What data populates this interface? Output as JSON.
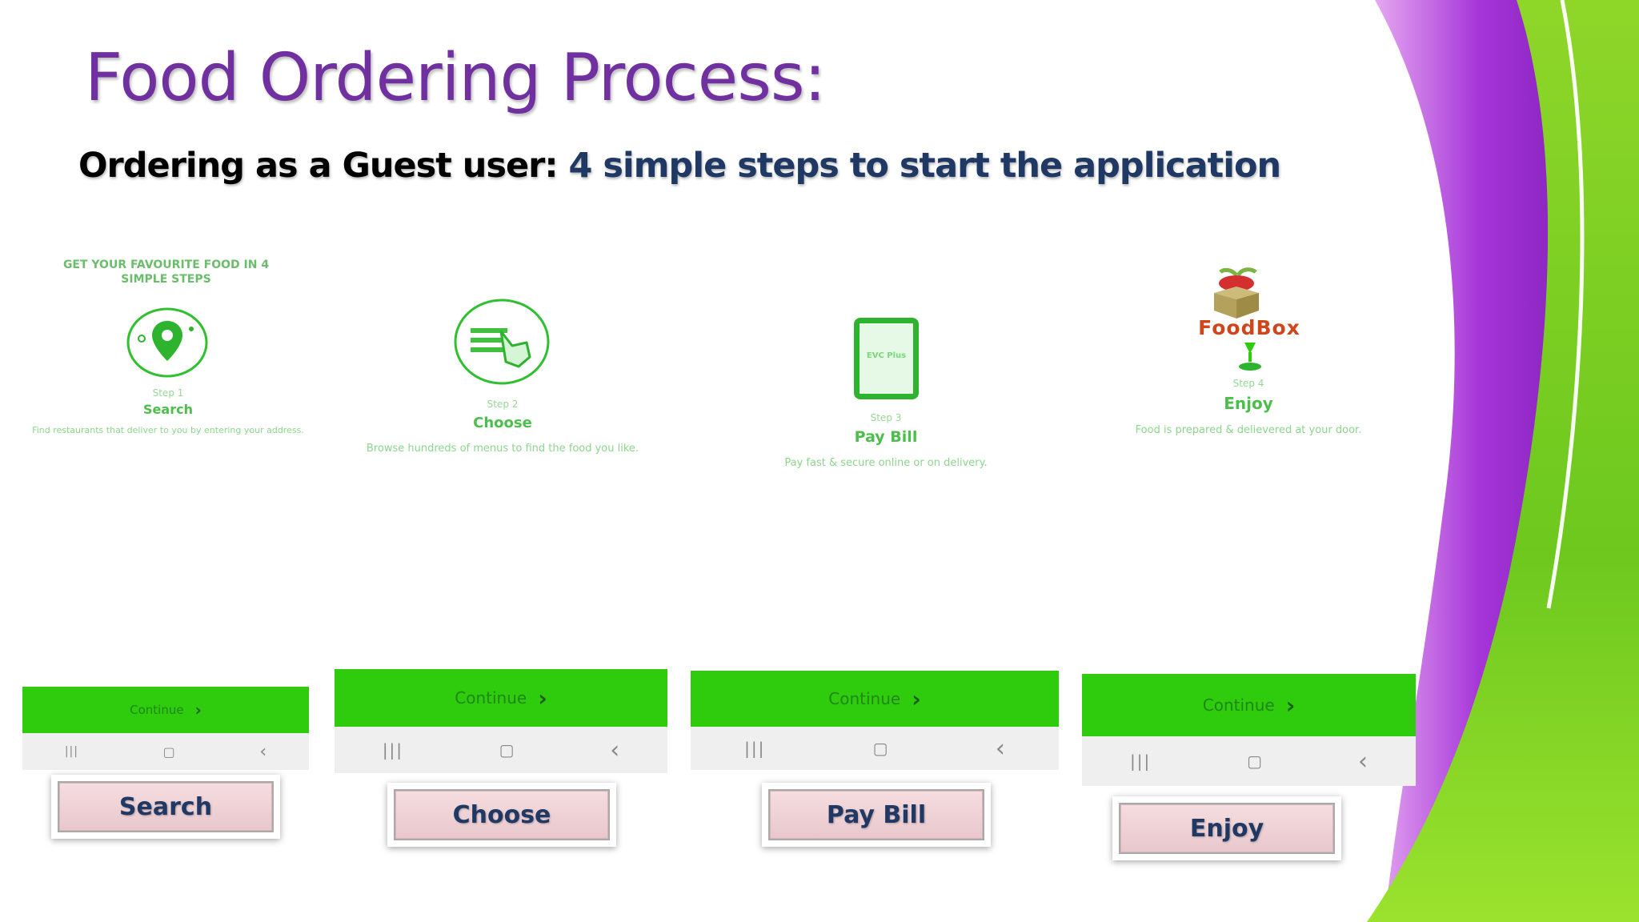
{
  "slide": {
    "title": "Food Ordering Process:",
    "subtitle_lead": "Ordering as a Guest user:",
    "subtitle_rest": " 4 simple steps to start the application"
  },
  "screens": {
    "heading": "GET YOUR FAVOURITE FOOD IN 4 SIMPLE STEPS",
    "steps": [
      {
        "step": "Step 1",
        "name": "Search",
        "desc": "Find restaurants that deliver to you by entering your address."
      },
      {
        "step": "Step 2",
        "name": "Choose",
        "desc": "Browse hundreds of menus to find the food you like."
      },
      {
        "step": "Step 3",
        "name": "Pay Bill",
        "desc": "Pay fast & secure online or on delivery.",
        "phone_text": "EVC Plus"
      },
      {
        "step": "Step 4",
        "name": "Enjoy",
        "desc": "Food is prepared & delievered at your door.",
        "brand": "FoodBox"
      }
    ],
    "continue_label": "Continue",
    "nav_icons": [
      "recent-apps-icon",
      "home-icon",
      "back-icon"
    ]
  },
  "buttons": {
    "search": "Search",
    "choose": "Choose",
    "pay_bill": "Pay Bill",
    "enjoy": "Enjoy"
  },
  "colors": {
    "title": "#7030a0",
    "subtitle_accent": "#1f3864",
    "app_green": "#2ecc0c",
    "brand_orange": "#d0461c",
    "wave_purple": "#8a1fc0",
    "wave_green": "#7ed321"
  }
}
